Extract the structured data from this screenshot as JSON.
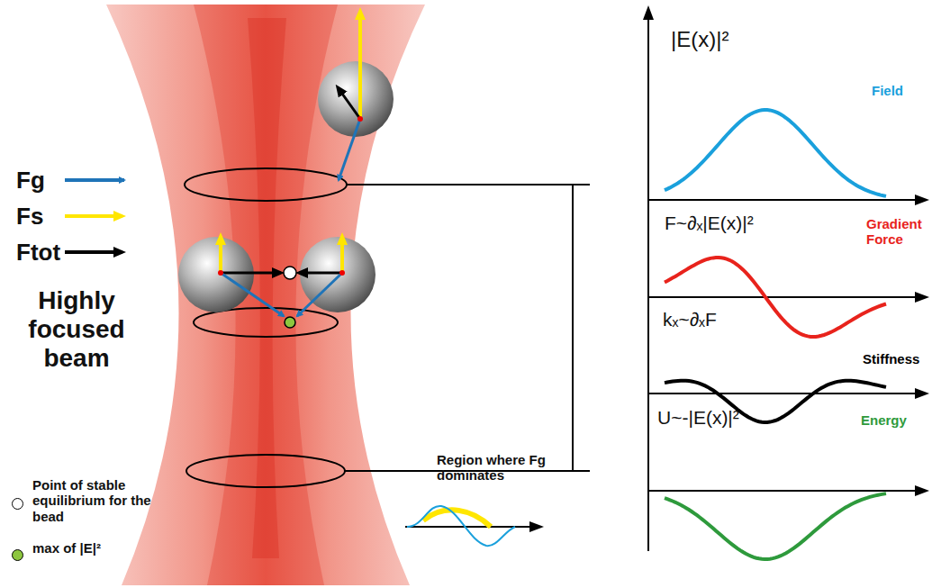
{
  "diagram": {
    "labels": [
      "Highly focused beam",
      "Region where Fg dominates",
      "|E(x)|²",
      "Field",
      "F~∂ₓ|E(x)|²",
      "Gradient Force",
      "kₓ~∂ₓF",
      "Stiffness",
      "U~-|E(x)|²",
      "Energy"
    ],
    "legend": [
      {
        "text": "Fg"
      },
      {
        "text": "Fs"
      },
      {
        "text": "Ftot"
      },
      {
        "text": "Point of stable equilibrium for the bead",
        "color": "#ffffff"
      },
      {
        "text": "max of |E|²",
        "color": "#8dc63f"
      }
    ]
  }
}
